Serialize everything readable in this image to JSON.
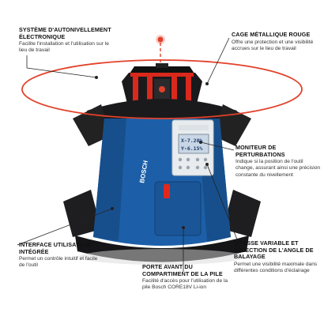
{
  "colors": {
    "laser": "#e2412a",
    "body_blue": "#1c5fa8",
    "housing_black": "#1a1a1c",
    "leader": "#222222"
  },
  "callouts": {
    "self_leveling": {
      "title": "SYSTÈME D'AUTONIVELLEMENT ÉLECTRONIQUE",
      "desc": "Facilite l'installation et l'utilisation sur le lieu de travail"
    },
    "cage": {
      "title": "CAGE MÉTALLIQUE ROUGE",
      "desc": "Offre une protection et une visibilité accrues sur le lieu de travail"
    },
    "monitor": {
      "title": "MONITEUR DE PERTURBATIONS",
      "desc": "Indique si la position de l'outil change, assurant ainsi une précision constante du nivellement"
    },
    "interface": {
      "title": "INTERFACE UTILISATEUR INTÉGRÉE",
      "desc": "Permet un contrôle intuitif et facile de l'outil"
    },
    "battery_door": {
      "title": "PORTE AVANT DU COMPARTIMENT DE LA PILE",
      "desc": "Facilité d'accès pour l'utilisation de la pile Bosch CORE18V Li-ion"
    },
    "speed": {
      "title": "VITESSE VARIABLE ET SÉLECTION DE L'ANGLE DE BALAYAGE",
      "desc": "Permet une visibilité maximale dans différentes conditions d'éclairage"
    }
  },
  "display": {
    "line1": "X-7.20%",
    "line2": "Y-6.15%"
  },
  "brand": {
    "name": "BOSCH"
  }
}
